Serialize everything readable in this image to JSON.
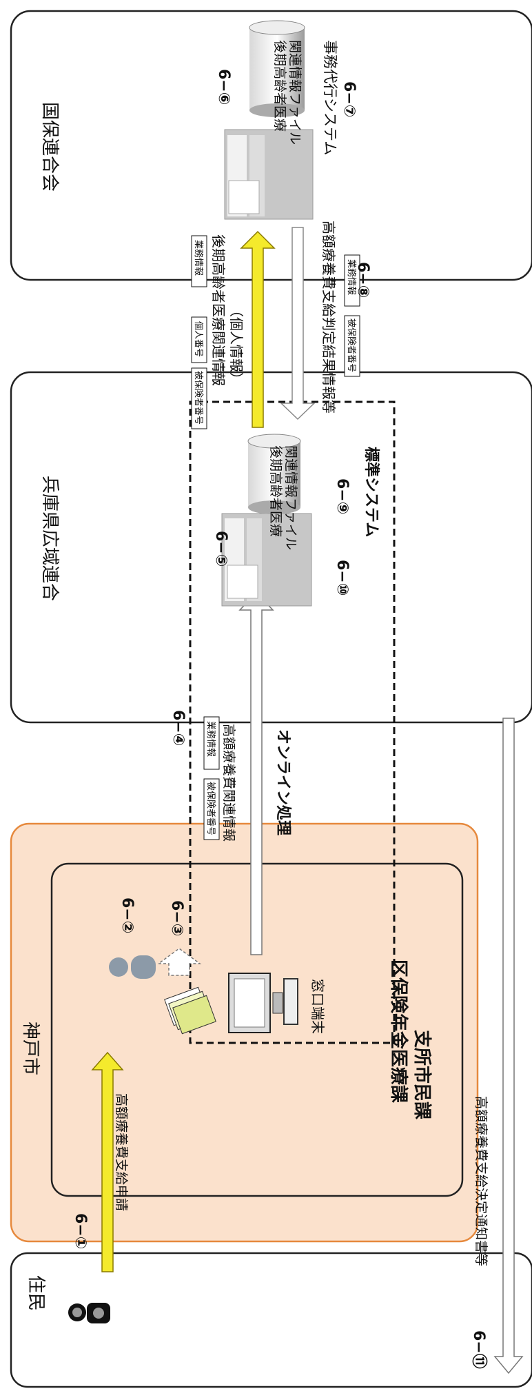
{
  "orgs": {
    "kokuho": "国保連合会",
    "kouiki": "兵庫県広域連合",
    "kobe": "神戸市",
    "jumin": "住民"
  },
  "systems": {
    "jimu_system": "事務代行システム",
    "hyojun_system": "標準システム",
    "madoguchi": "窓口端末",
    "file_kokuho_line1": "後期高齢者医療",
    "file_kokuho_line2": "関連情報ファイル",
    "file_kouiki_line1": "後期高齢者医療",
    "file_kouiki_line2": "関連情報ファイル"
  },
  "departments": {
    "line1": "区保険年金医療課",
    "line2": "支所市民課"
  },
  "steps": {
    "s1": "6−①",
    "s2": "6−②",
    "s3": "6−③",
    "s4": "6−④",
    "s5": "6−⑤",
    "s6": "6−⑥",
    "s7": "6−⑦",
    "s8": "6−⑧",
    "s9": "6−⑨",
    "s10": "6−⑩",
    "s11": "6−⑪"
  },
  "flows": {
    "application": "高額療養費支給申請",
    "online": "オンライン処理",
    "kougaku_info": "高額療養費関連情報",
    "kouki_info": "後期高齢者医療関連情報",
    "kojin_info": "（個人情報）",
    "result_info": "高額療養費支給判定結果情報等",
    "notice": "高額療養費支給決定通知書等"
  },
  "tags": {
    "hihoken": "被保険者番号",
    "gyomu": "業務情報",
    "kojin_bango": "個人番号"
  },
  "colors": {
    "kobe_fill": "#fbe1cc",
    "kobe_border": "#e6893d",
    "yellow_arrow": "#f4ea2c",
    "white_arrow": "#ffffff",
    "frame": "#222222"
  }
}
